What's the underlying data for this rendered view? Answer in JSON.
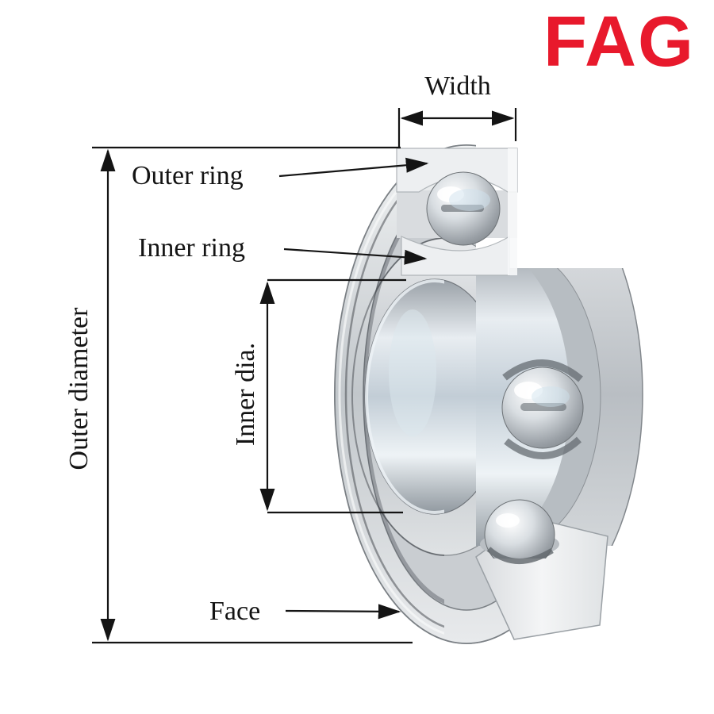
{
  "background_color": "#ffffff",
  "logo": {
    "text": "FAG",
    "color": "#e8192c"
  },
  "labels": {
    "width": "Width",
    "outer_ring": "Outer ring",
    "inner_ring": "Inner ring",
    "inner_dia": "Inner dia.",
    "outer_diameter": "Outer diameter",
    "face": "Face"
  },
  "colors": {
    "dimension_lines": "#141414",
    "label_text": "#141414",
    "metal_light": "#f0f2f3",
    "metal_mid": "#c6cacd",
    "metal_dark": "#85898d",
    "ball_highlight": "#ffffff",
    "bore_tint": "#cfe2ee"
  }
}
